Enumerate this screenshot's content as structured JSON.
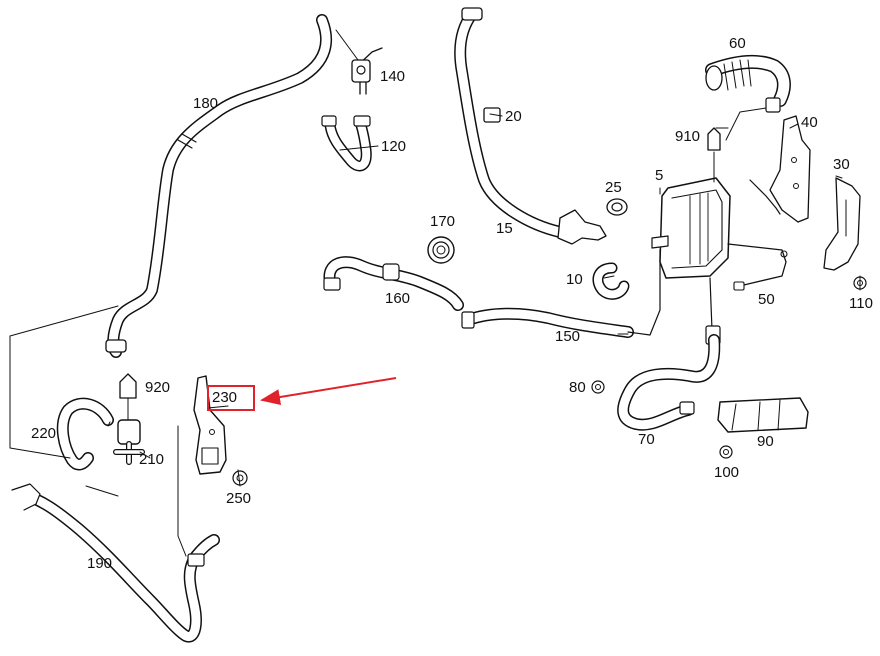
{
  "parts": {
    "p5": "5",
    "p10": "10",
    "p15": "15",
    "p20": "20",
    "p25": "25",
    "p30": "30",
    "p40": "40",
    "p50": "50",
    "p60": "60",
    "p70": "70",
    "p80": "80",
    "p90": "90",
    "p100": "100",
    "p110": "110",
    "p120": "120",
    "p140": "140",
    "p150": "150",
    "p160": "160",
    "p170": "170",
    "p180": "180",
    "p190": "190",
    "p210": "210",
    "p220": "220",
    "p230": "230",
    "p250": "250",
    "p910": "910",
    "p920": "920"
  },
  "highlight": {
    "part": "230",
    "color": "#e0232a"
  }
}
